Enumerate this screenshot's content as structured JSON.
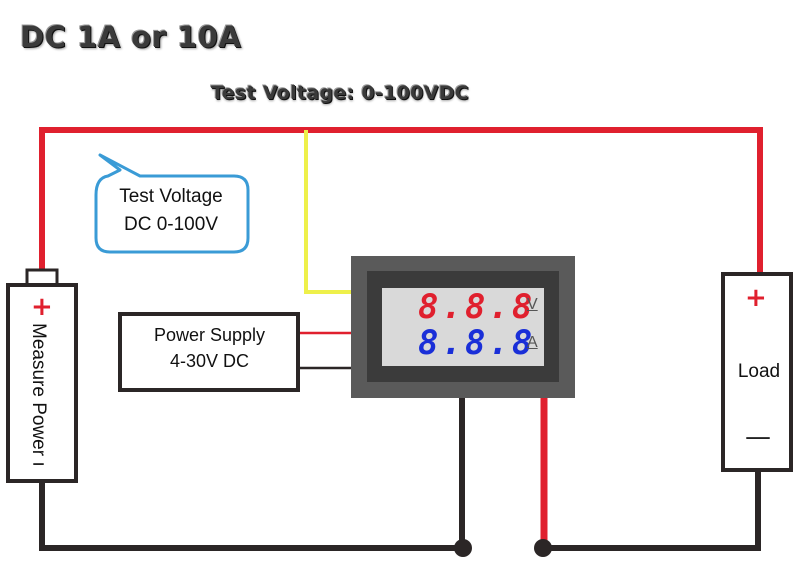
{
  "title": "DC 1A or 10A",
  "subtitle": "Test Voltage: 0-100VDC",
  "callout": {
    "line1": "Test Voltage",
    "line2": "DC 0-100V"
  },
  "power_supply": {
    "line1": "Power Supply",
    "line2": "4-30V DC"
  },
  "measure_power": {
    "label": "Measure Power",
    "plus": "+",
    "minus": "–"
  },
  "load": {
    "label": "Load",
    "plus": "+",
    "minus": "—"
  },
  "meter": {
    "voltage_display": "8.8.8",
    "current_display": "8.8.8",
    "voltage_unit": "V",
    "current_unit": "A"
  },
  "colors": {
    "positive_wire": "#e0202e",
    "negative_wire": "#2b2626",
    "sense_wire": "#eef04a",
    "callout_border": "#3a9bd6",
    "meter_body": "#5a5a5a",
    "meter_bezel": "#3b3b3b",
    "voltage_digits": "#e0202e",
    "current_digits": "#1a2fd8"
  }
}
